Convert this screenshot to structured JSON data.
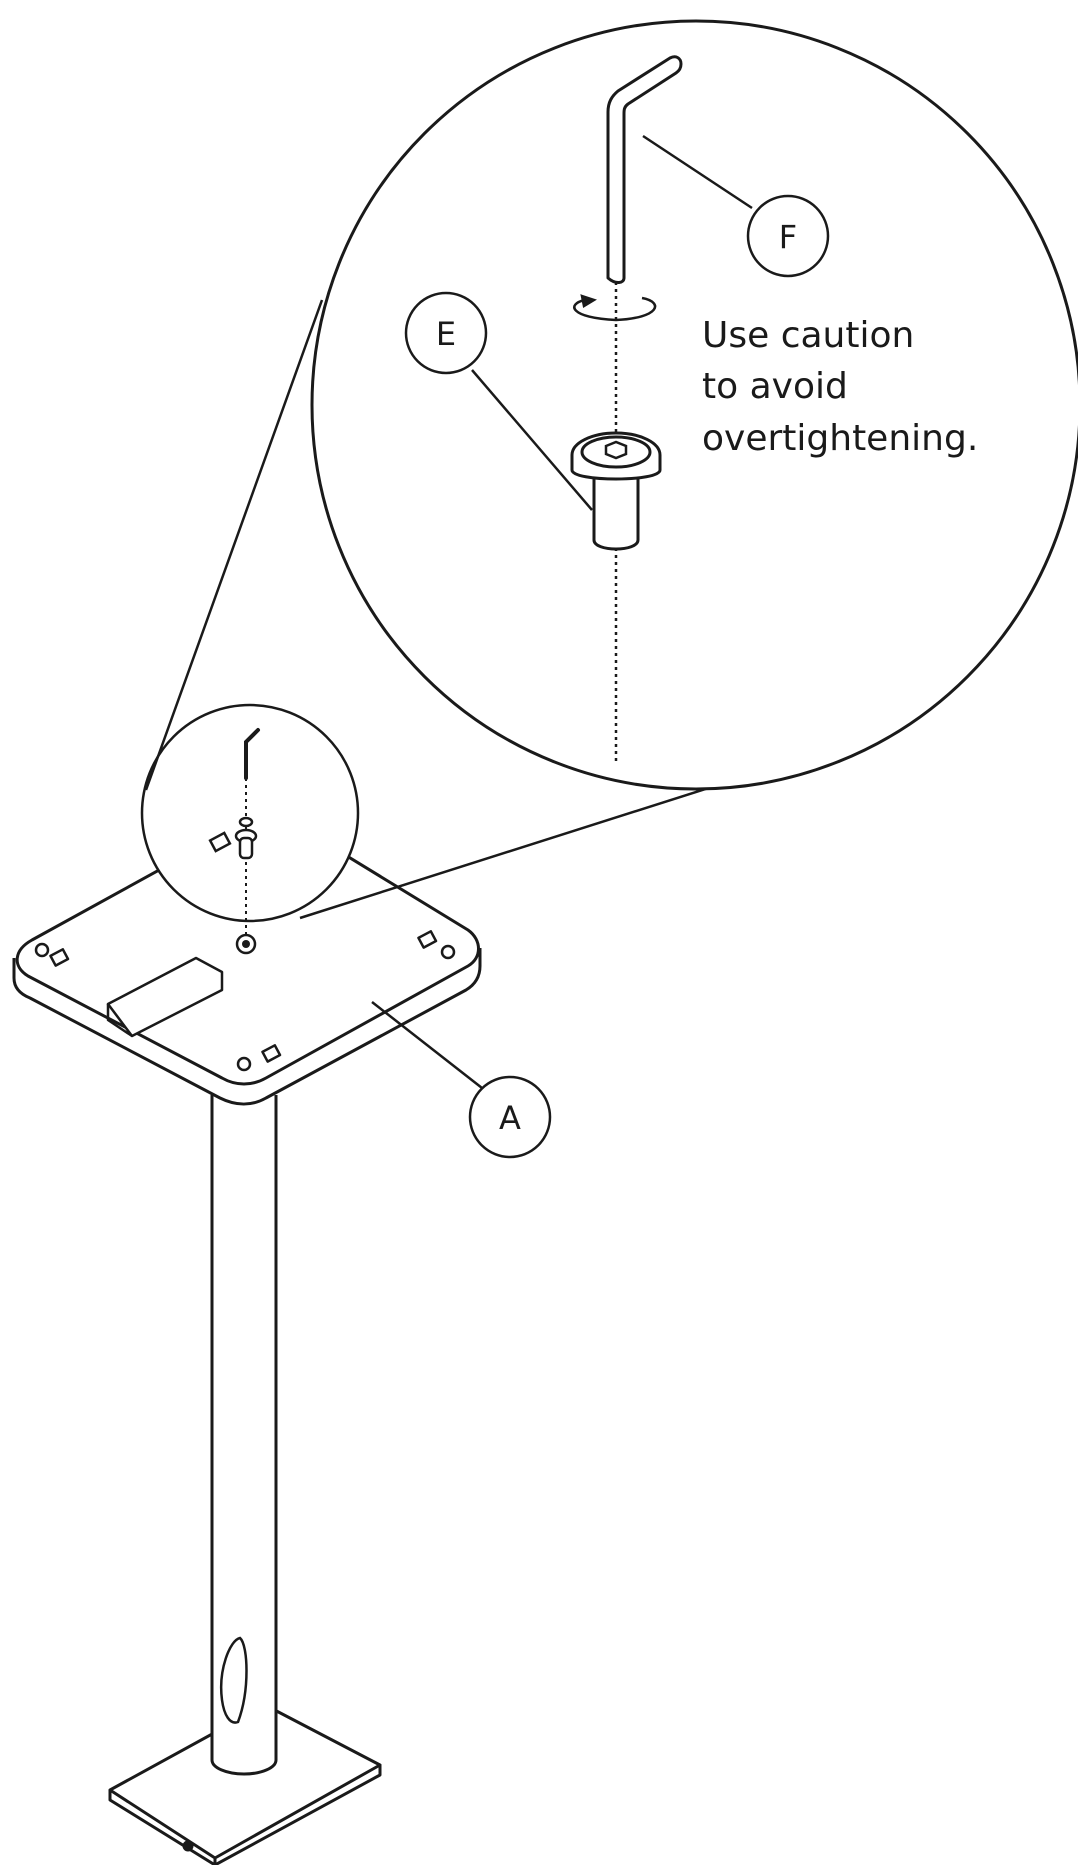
{
  "labels": {
    "part_a": "A",
    "part_e": "E",
    "part_f": "F"
  },
  "note": {
    "line1": "Use caution",
    "line2": "to avoid",
    "line3": "overtightening."
  },
  "colors": {
    "ink": "#1a1a1a",
    "background": "#ffffff"
  }
}
